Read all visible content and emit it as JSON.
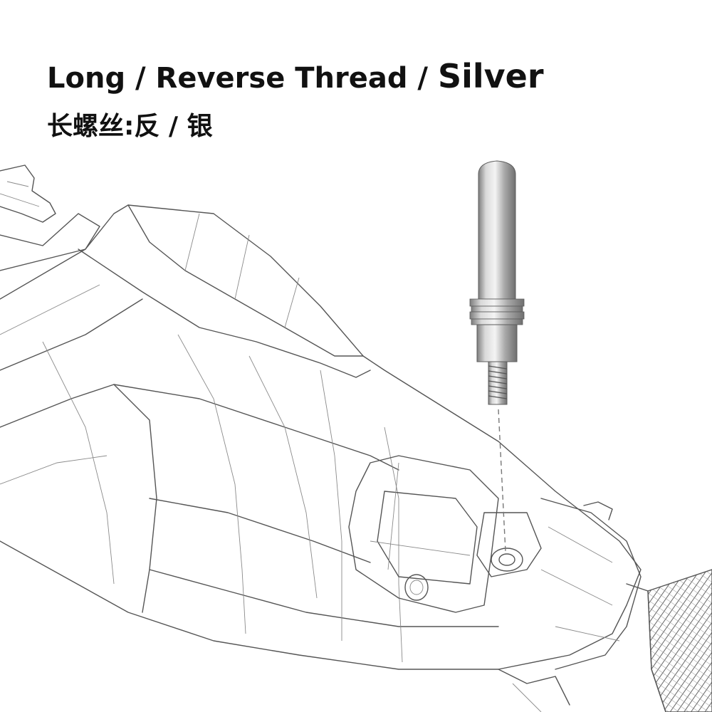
{
  "title": {
    "en_part1": "Long / Reverse Thread / ",
    "en_emphasis": "Silver",
    "cn": "长螺丝:反 / 银"
  },
  "colors": {
    "text": "#111111",
    "background": "#ffffff",
    "wireframe": "#555555",
    "part_metal": "#b8b8b8"
  },
  "illustration": {
    "subject": "motorcycle-handlebar-wireframe",
    "part": "silver-bar-end-screw"
  }
}
